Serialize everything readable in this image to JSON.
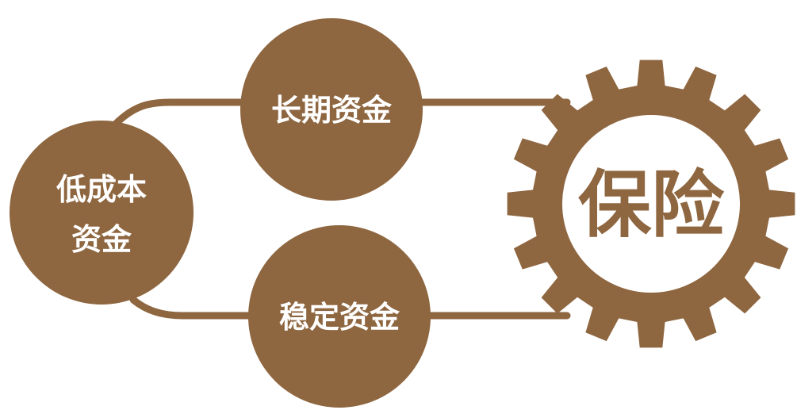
{
  "diagram": {
    "colors": {
      "primary": "#8E6640",
      "text": "#ffffff"
    },
    "low_cost_funds": {
      "line1": "低成本",
      "line2": "资金"
    },
    "long_term_funds": {
      "label": "长期资金"
    },
    "stable_funds": {
      "label": "稳定资金"
    },
    "insurance": {
      "label": "保险"
    }
  }
}
